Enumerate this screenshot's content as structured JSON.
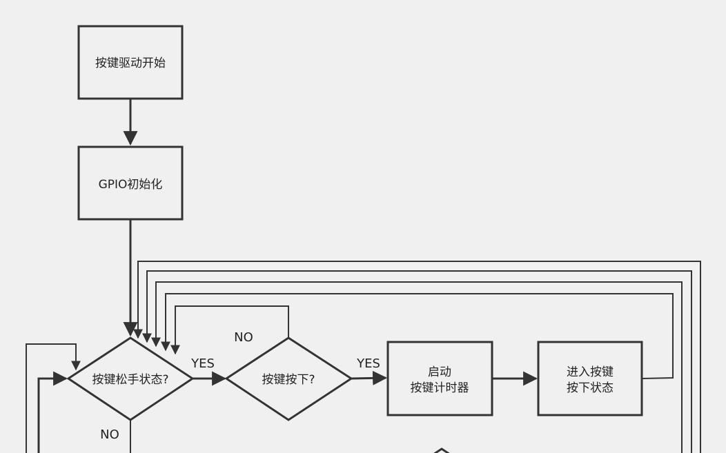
{
  "colors": {
    "background": "#f0f0f0",
    "stroke": "#333333",
    "text": "#222222"
  },
  "nodes": {
    "start": {
      "label": "按键驱动开始"
    },
    "gpio_init": {
      "label": "GPIO初始化"
    },
    "release_check": {
      "label": "按键松手状态?"
    },
    "press_check": {
      "label": "按键按下?"
    },
    "start_timer": {
      "line1": "启动",
      "line2": "按键计时器"
    },
    "enter_pressed": {
      "line1": "进入按键",
      "line2": "按下状态"
    }
  },
  "labels": {
    "release_yes": "YES",
    "press_yes": "YES",
    "press_no": "NO",
    "release_no": "NO"
  }
}
